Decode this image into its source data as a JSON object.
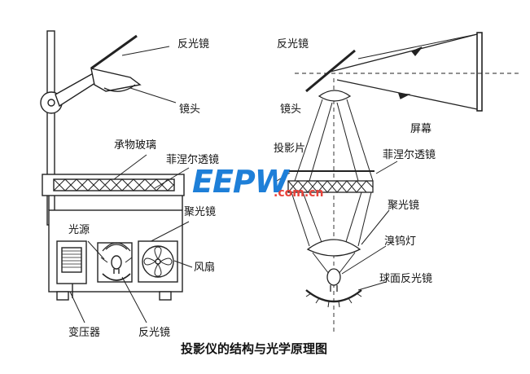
{
  "title": "投影仪的结构与光学原理图",
  "left_labels": {
    "reflector": "反光镜",
    "lens": "镜头",
    "stage_glass": "承物玻璃",
    "fresnel": "菲涅尔透镜",
    "condenser": "聚光镜",
    "light_source": "光源",
    "fan": "风扇",
    "transformer": "变压器",
    "bottom_reflector": "反光镜"
  },
  "right_labels": {
    "reflector": "反光镜",
    "lens": "镜头",
    "screen": "屏幕",
    "slide": "投影片",
    "fresnel": "菲涅尔透镜",
    "condenser": "聚光镜",
    "lamp": "溴钨灯",
    "spherical_reflector": "球面反光镜"
  },
  "watermark": {
    "brand": "EEPW",
    "domain": ".com.cn",
    "brand_color": "#1e7fd8",
    "domain_color": "#e8423a"
  },
  "colors": {
    "stroke": "#222222",
    "fill_light": "#f2f2f2"
  }
}
